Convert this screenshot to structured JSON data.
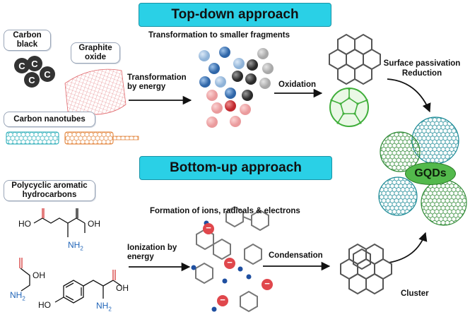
{
  "banners": {
    "top_down": "Top-down approach",
    "bottom_up": "Bottom-up approach"
  },
  "sources": {
    "carbon_black": "Carbon black",
    "graphite_oxide": "Graphite oxide",
    "carbon_nanotubes": "Carbon nanotubes",
    "polycyclic": "Polycyclic aromatic hydrocarbons"
  },
  "top_labels": {
    "fragments": "Transformation to smaller fragments",
    "transformation_energy": "Transformation by energy",
    "oxidation": "Oxidation",
    "surface_passivation": "Surface passivation",
    "reduction": "Reduction"
  },
  "bottom_labels": {
    "formation": "Formation of ions, radicals & electrons",
    "ionization_energy": "Ionization by energy",
    "condensation": "Condensation",
    "cluster": "Cluster"
  },
  "product": "GQDs",
  "carbon_symbol": "C",
  "minus_symbol": "−",
  "chem_labels": {
    "ho1": "HO",
    "oh1": "OH",
    "nh2_1": "NH",
    "oh2": "OH",
    "nh2_2": "NH",
    "oh3": "OH",
    "ho2": "HO",
    "nh2_3": "NH",
    "sub2": "2"
  },
  "colors": {
    "banner": "#2ad0e6",
    "gqd": "#53b94c",
    "cnt_teal": "#1aa7b3",
    "cnt_orange": "#e07a2b",
    "graphite": "#e0686c",
    "fullerene": "#3fae3a"
  }
}
